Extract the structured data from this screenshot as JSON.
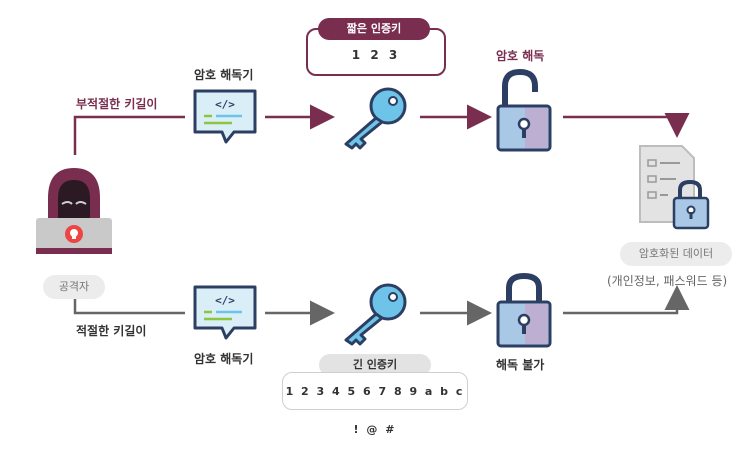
{
  "top_path": {
    "condition_label": "부적절한 키길이",
    "decoder_label": "암호 해독기",
    "key_title": "짧은 인증키",
    "key_value": "1 2 3",
    "result_label": "암호 해독"
  },
  "bottom_path": {
    "condition_label": "적절한 키길이",
    "decoder_label": "암호 해독기",
    "key_title": "긴 인증키",
    "key_value": "1 2 3 4 5 6 7 8 9 a b c ! @ #",
    "result_label": "해독 불가"
  },
  "attacker": {
    "label": "공격자",
    "icon": "hooded-hacker-icon"
  },
  "data_target": {
    "label": "암호화된 데이터",
    "sublabel": "(개인정보, 패스워드 등)",
    "icon": "locked-document-icon"
  },
  "decoder_icon_text": "</>",
  "colors": {
    "top": "#7a2e4f",
    "bottom": "#666666",
    "icon_bg": "#d9eef7",
    "icon_stroke": "#2d3e63",
    "key_fill": "#6ec4e8",
    "lock_body": "#a8c8e6"
  }
}
